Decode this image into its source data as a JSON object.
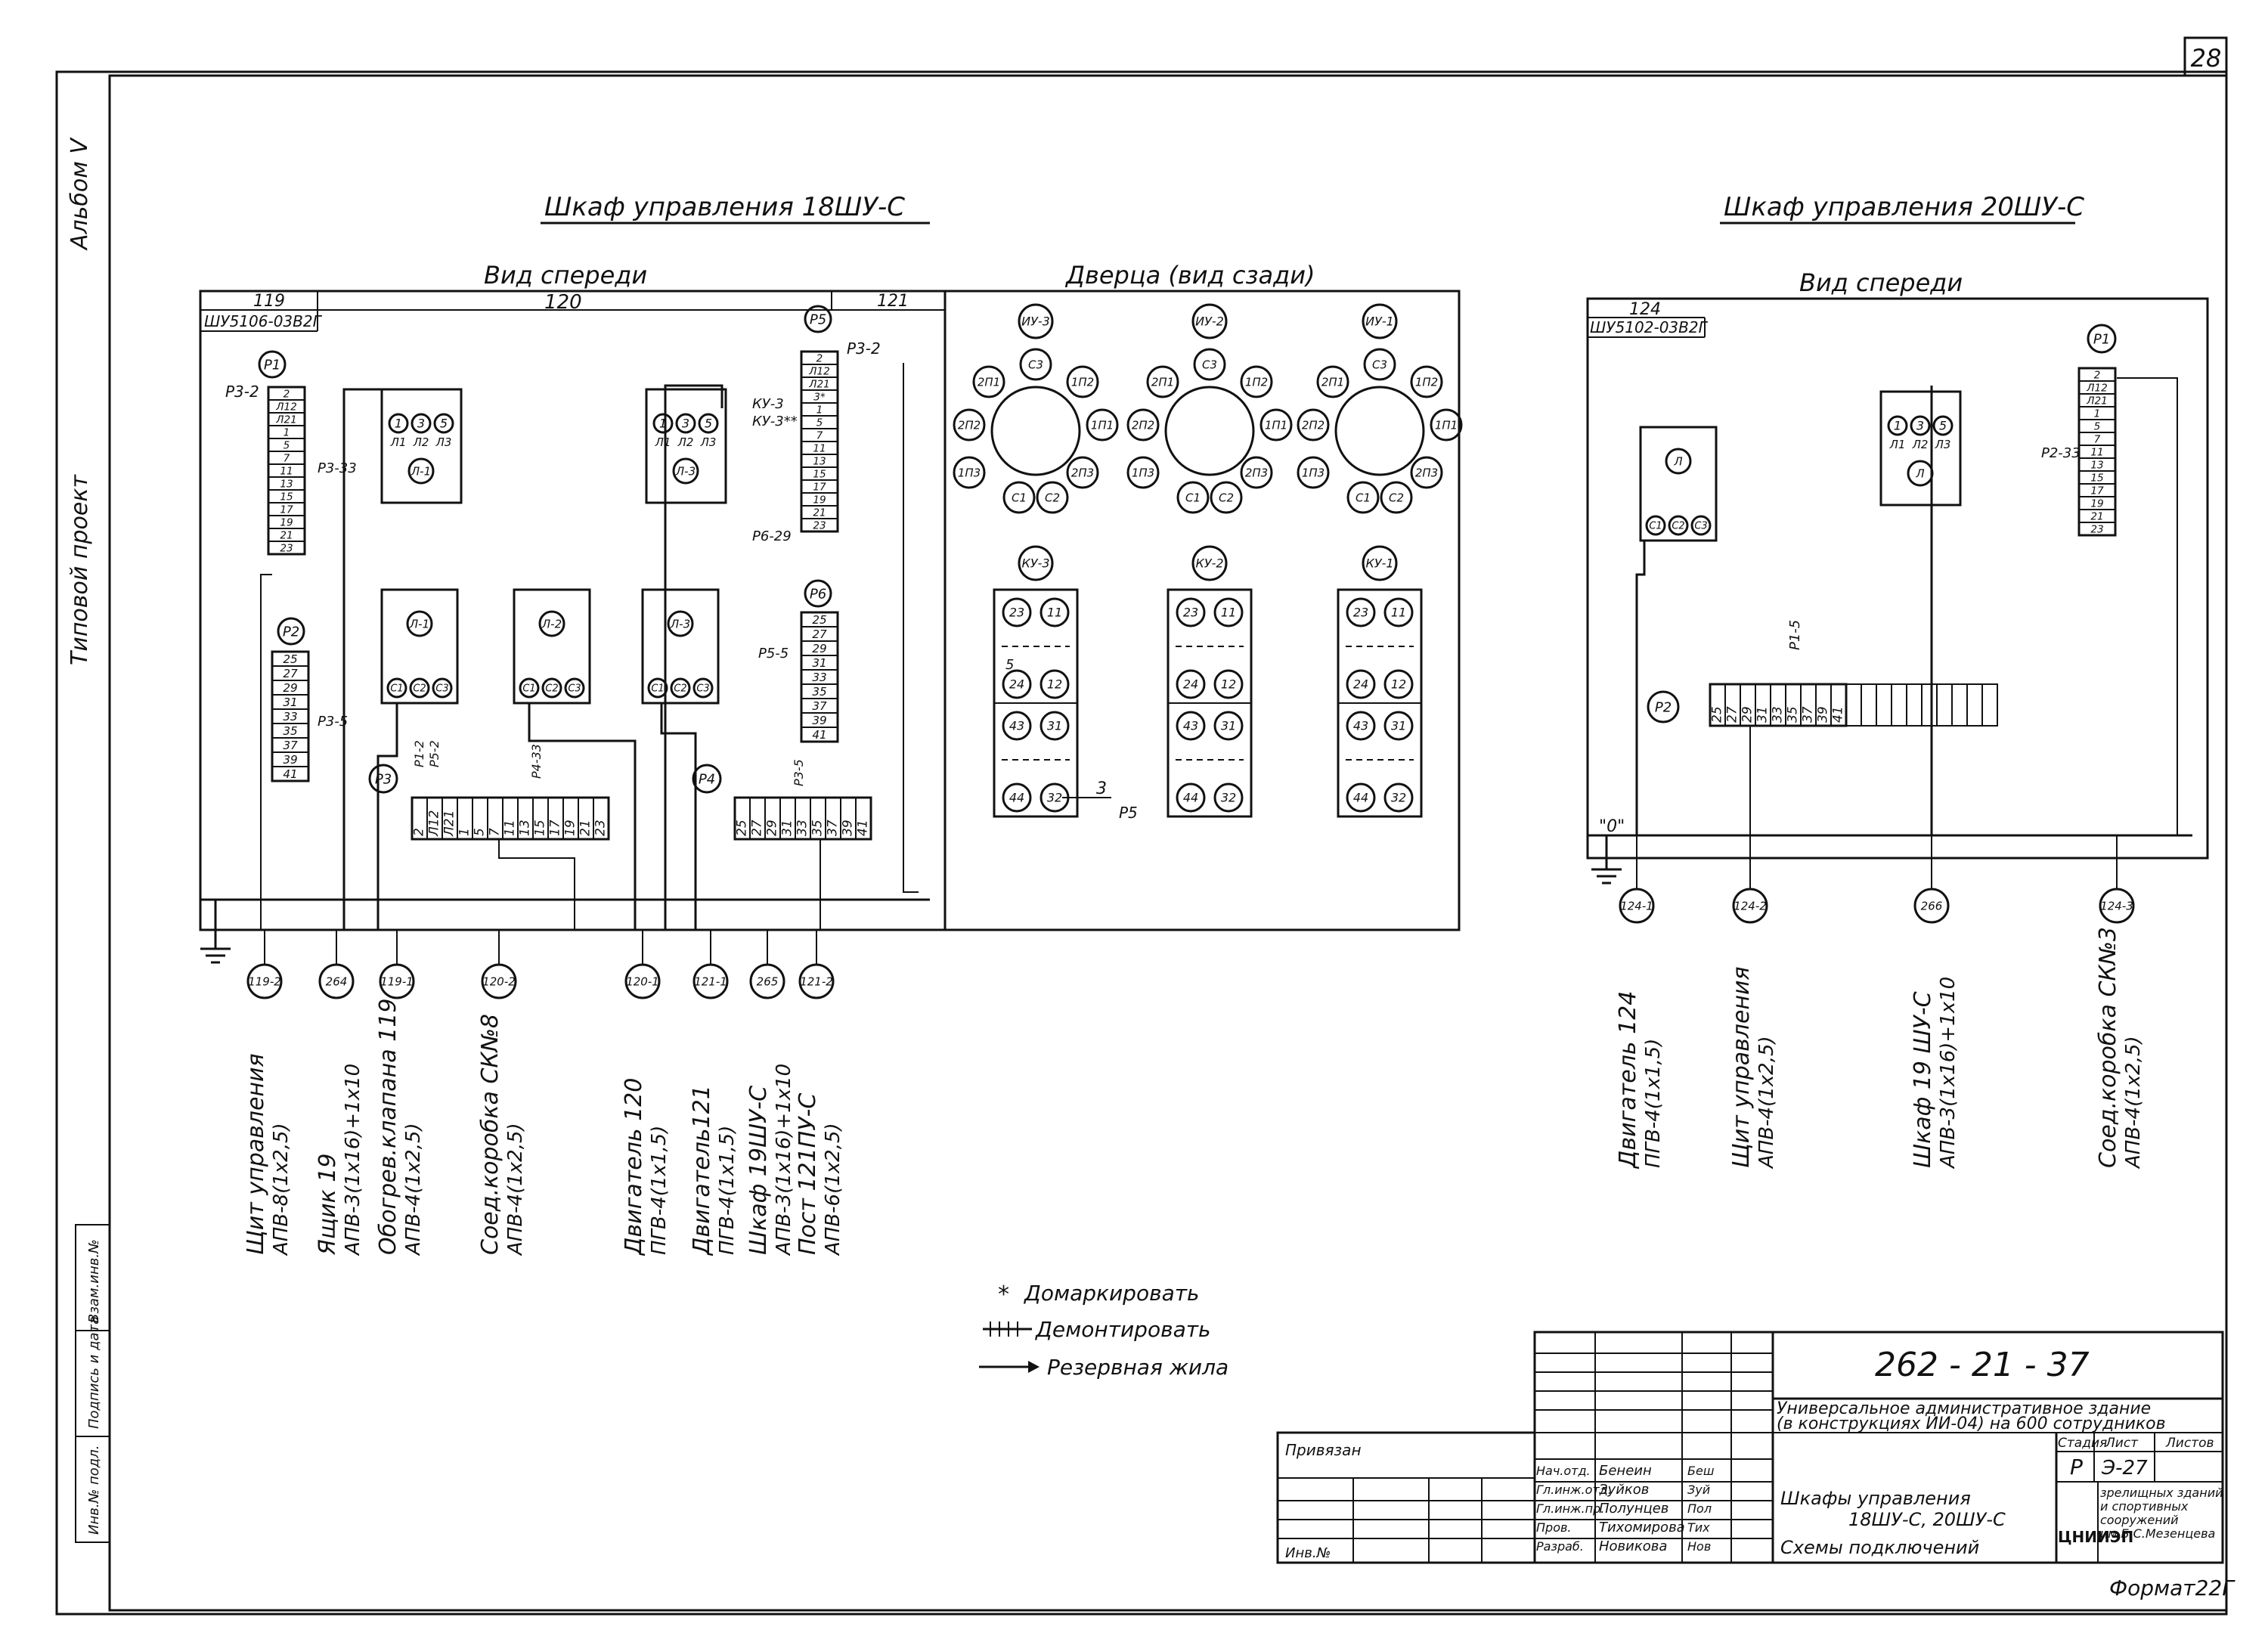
{
  "sheet": {
    "page_number": "28",
    "album": "Альбом V",
    "typical_project": "Типовой проект",
    "format": "Формат22Г"
  },
  "left_cabinet": {
    "title": "Шкаф управления 18ШУ-С",
    "front_view": "Вид спереди",
    "door_view": "Дверца (вид сзади)",
    "box_labels": [
      "119",
      "120",
      "121"
    ],
    "model": "ШУ5106-03В2Г",
    "p1": "Р1",
    "p2": "Р2",
    "p3": "Р3",
    "p4": "Р4",
    "p5": "Р5",
    "p6": "Р6",
    "block_p1": [
      "2",
      "Л12",
      "Л21",
      "1",
      "5",
      "7",
      "11",
      "13",
      "15",
      "17",
      "19",
      "21",
      "23"
    ],
    "block_p2": [
      "25",
      "27",
      "29",
      "31",
      "33",
      "35",
      "37",
      "39",
      "41"
    ],
    "block_p5": [
      "2",
      "Л12",
      "Л21",
      "3*",
      "1",
      "5",
      "7",
      "11",
      "13",
      "15",
      "17",
      "19",
      "21",
      "23"
    ],
    "block_p6": [
      "25",
      "27",
      "29",
      "31",
      "33",
      "35",
      "37",
      "39",
      "41"
    ],
    "block_p3": [
      "2",
      "Л12",
      "Л21",
      "1",
      "5",
      "7",
      "11",
      "13",
      "15",
      "17",
      "19",
      "21",
      "23"
    ],
    "block_p4": [
      "25",
      "27",
      "29",
      "31",
      "33",
      "35",
      "37",
      "39",
      "41"
    ],
    "side_labels": {
      "p3_2": "Р3-2",
      "p3_33": "Р3-33",
      "p3_5": "Р3-5",
      "p3_2b": "Р3-2",
      "ku3": "КУ-3",
      "ku3b": "КУ-3**",
      "p6_29": "Р6-29",
      "p5_5": "Р5-5",
      "p1_2": "Р1-2",
      "p5_2": "Р5-2",
      "p4_33": "Р4-33",
      "p3_5b": "Р3-5"
    },
    "contactors_top": [
      {
        "label": "Л-1",
        "terms": [
          "1",
          "3",
          "5"
        ],
        "subs": [
          "Л1",
          "Л2",
          "Л3"
        ]
      },
      {
        "label": "Л-3",
        "terms": [
          "1",
          "3",
          "5"
        ],
        "subs": [
          "Л1",
          "Л2",
          "Л3"
        ]
      }
    ],
    "motors": [
      {
        "label": "Л-1",
        "terms": [
          "С1",
          "С2",
          "С3"
        ]
      },
      {
        "label": "Л-2",
        "terms": [
          "С1",
          "С2",
          "С3"
        ]
      },
      {
        "label": "Л-3",
        "terms": [
          "С1",
          "С2",
          "С3"
        ]
      }
    ],
    "cables": [
      {
        "id": "119-2",
        "name": "Щит управления",
        "spec": "АПВ-8(1х2,5)"
      },
      {
        "id": "264",
        "name": "Ящик 19",
        "spec": "АПВ-3(1х16)+1х10"
      },
      {
        "id": "119-1",
        "name": "Обогрев.клапана 119",
        "spec": "АПВ-4(1х2,5)"
      },
      {
        "id": "120-2",
        "name": "Соед.коробка СК№8",
        "spec": "АПВ-4(1х2,5)"
      },
      {
        "id": "120-1",
        "name": "Двигатель 120",
        "spec": "ПГВ-4(1х1,5)"
      },
      {
        "id": "121-1",
        "name": "Двигатель121",
        "spec": "ПГВ-4(1х1,5)"
      },
      {
        "id": "265",
        "name": "Шкаф 19ШУ-С",
        "spec": "АПВ-3(1х16)+1х10"
      },
      {
        "id": "121-2",
        "name": "Пост 121ПУ-С",
        "spec": "АПВ-6(1х2,5)"
      }
    ]
  },
  "door": {
    "switches": [
      {
        "id": "ИУ-3",
        "pins": [
          "С3",
          "1П2",
          "1П1",
          "2П3",
          "С2",
          "С1",
          "1П3",
          "2П2",
          "2П1"
        ]
      },
      {
        "id": "ИУ-2",
        "pins": [
          "С3",
          "1П2",
          "1П1",
          "2П3",
          "С2",
          "С1",
          "1П3",
          "2П2",
          "2П1"
        ]
      },
      {
        "id": "ИУ-1",
        "pins": [
          "С3",
          "1П2",
          "1П1",
          "2П3",
          "С2",
          "С1",
          "1П3",
          "2П2",
          "2П1"
        ]
      }
    ],
    "buttons": [
      {
        "id": "КУ-3",
        "pins": [
          "23",
          "11",
          "24",
          "12",
          "43",
          "31",
          "44",
          "32"
        ]
      },
      {
        "id": "КУ-2",
        "pins": [
          "23",
          "11",
          "24",
          "12",
          "43",
          "31",
          "44",
          "32"
        ]
      },
      {
        "id": "КУ-1",
        "pins": [
          "23",
          "11",
          "24",
          "12",
          "43",
          "31",
          "44",
          "32"
        ]
      }
    ],
    "labels": {
      "five": "5",
      "three": "3",
      "p5": "Р5"
    }
  },
  "right_cabinet": {
    "title": "Шкаф управления 20ШУ-С",
    "front_view": "Вид спереди",
    "box_label": "124",
    "model": "ШУ5102-03В2Г",
    "p1": "Р1",
    "p2": "Р2",
    "block_p1": [
      "2",
      "Л12",
      "Л21",
      "1",
      "5",
      "7",
      "11",
      "13",
      "15",
      "17",
      "19",
      "21",
      "23"
    ],
    "block_p2": [
      "25",
      "27",
      "29",
      "31",
      "33",
      "35",
      "37",
      "39",
      "41"
    ],
    "side_labels": {
      "p2_33": "Р2-33",
      "p1_5": "Р1-5",
      "zero": "\"0\""
    },
    "contactor": {
      "label": "Л",
      "terms": [
        "1",
        "3",
        "5"
      ],
      "subs": [
        "Л1",
        "Л2",
        "Л3"
      ]
    },
    "motor": {
      "label": "Л",
      "terms": [
        "С1",
        "С2",
        "С3"
      ]
    },
    "cables": [
      {
        "id": "124-1",
        "name": "Двигатель 124",
        "spec": "ПГВ-4(1х1,5)"
      },
      {
        "id": "124-2",
        "name": "Щит управления",
        "spec": "АПВ-4(1х2,5)"
      },
      {
        "id": "266",
        "name": "Шкаф 19 ШУ-С",
        "spec": "АПВ-3(1х16)+1х10"
      },
      {
        "id": "124-3",
        "name": "Соед.коробка СК№3",
        "spec": "АПВ-4(1х2,5)"
      }
    ]
  },
  "legend": [
    {
      "symbol": "*",
      "text": "Домаркировать"
    },
    {
      "symbol": "++++",
      "text": "Демонтировать"
    },
    {
      "symbol": "→",
      "text": "Резервная жила"
    }
  ],
  "title_block": {
    "code": "262 - 21 - 37",
    "project": "Универсальное административное здание",
    "project2": "(в конструкциях   ИИ-04) на 600 сотрудников",
    "drawing": "Шкафы управления",
    "drawing2": "18ШУ-С, 20ШУ-С",
    "drawing3": "Схемы подключений",
    "stage_h": "Стадия",
    "sheet_h": "Лист",
    "sheets_h": "Листов",
    "stage": "Р",
    "sheet": "Э-27",
    "org": "ЦНИИЭП",
    "org2": "зрелищных зданий",
    "org3": "и спортивных",
    "org4": "сооружений",
    "org5": "им.Б.С.Мезенцева",
    "bound": "Привязан",
    "inv": "Инв.№",
    "roles": [
      {
        "role": "Нач.отд.",
        "name": "Бенеин",
        "sign": "Беш"
      },
      {
        "role": "Гл.инж.отд.",
        "name": "Зуйков",
        "sign": "Зуй"
      },
      {
        "role": "Гл.инж.пр.",
        "name": "Полунцев",
        "sign": "Пол"
      },
      {
        "role": "Пров.",
        "name": "Тихомирова",
        "sign": "Тих"
      },
      {
        "role": "Разраб.",
        "name": "Новикова",
        "sign": "Нов"
      }
    ],
    "side_stamp": [
      "Инв.№ подл.",
      "Подпись и дата",
      "Взам.инв.№"
    ]
  }
}
